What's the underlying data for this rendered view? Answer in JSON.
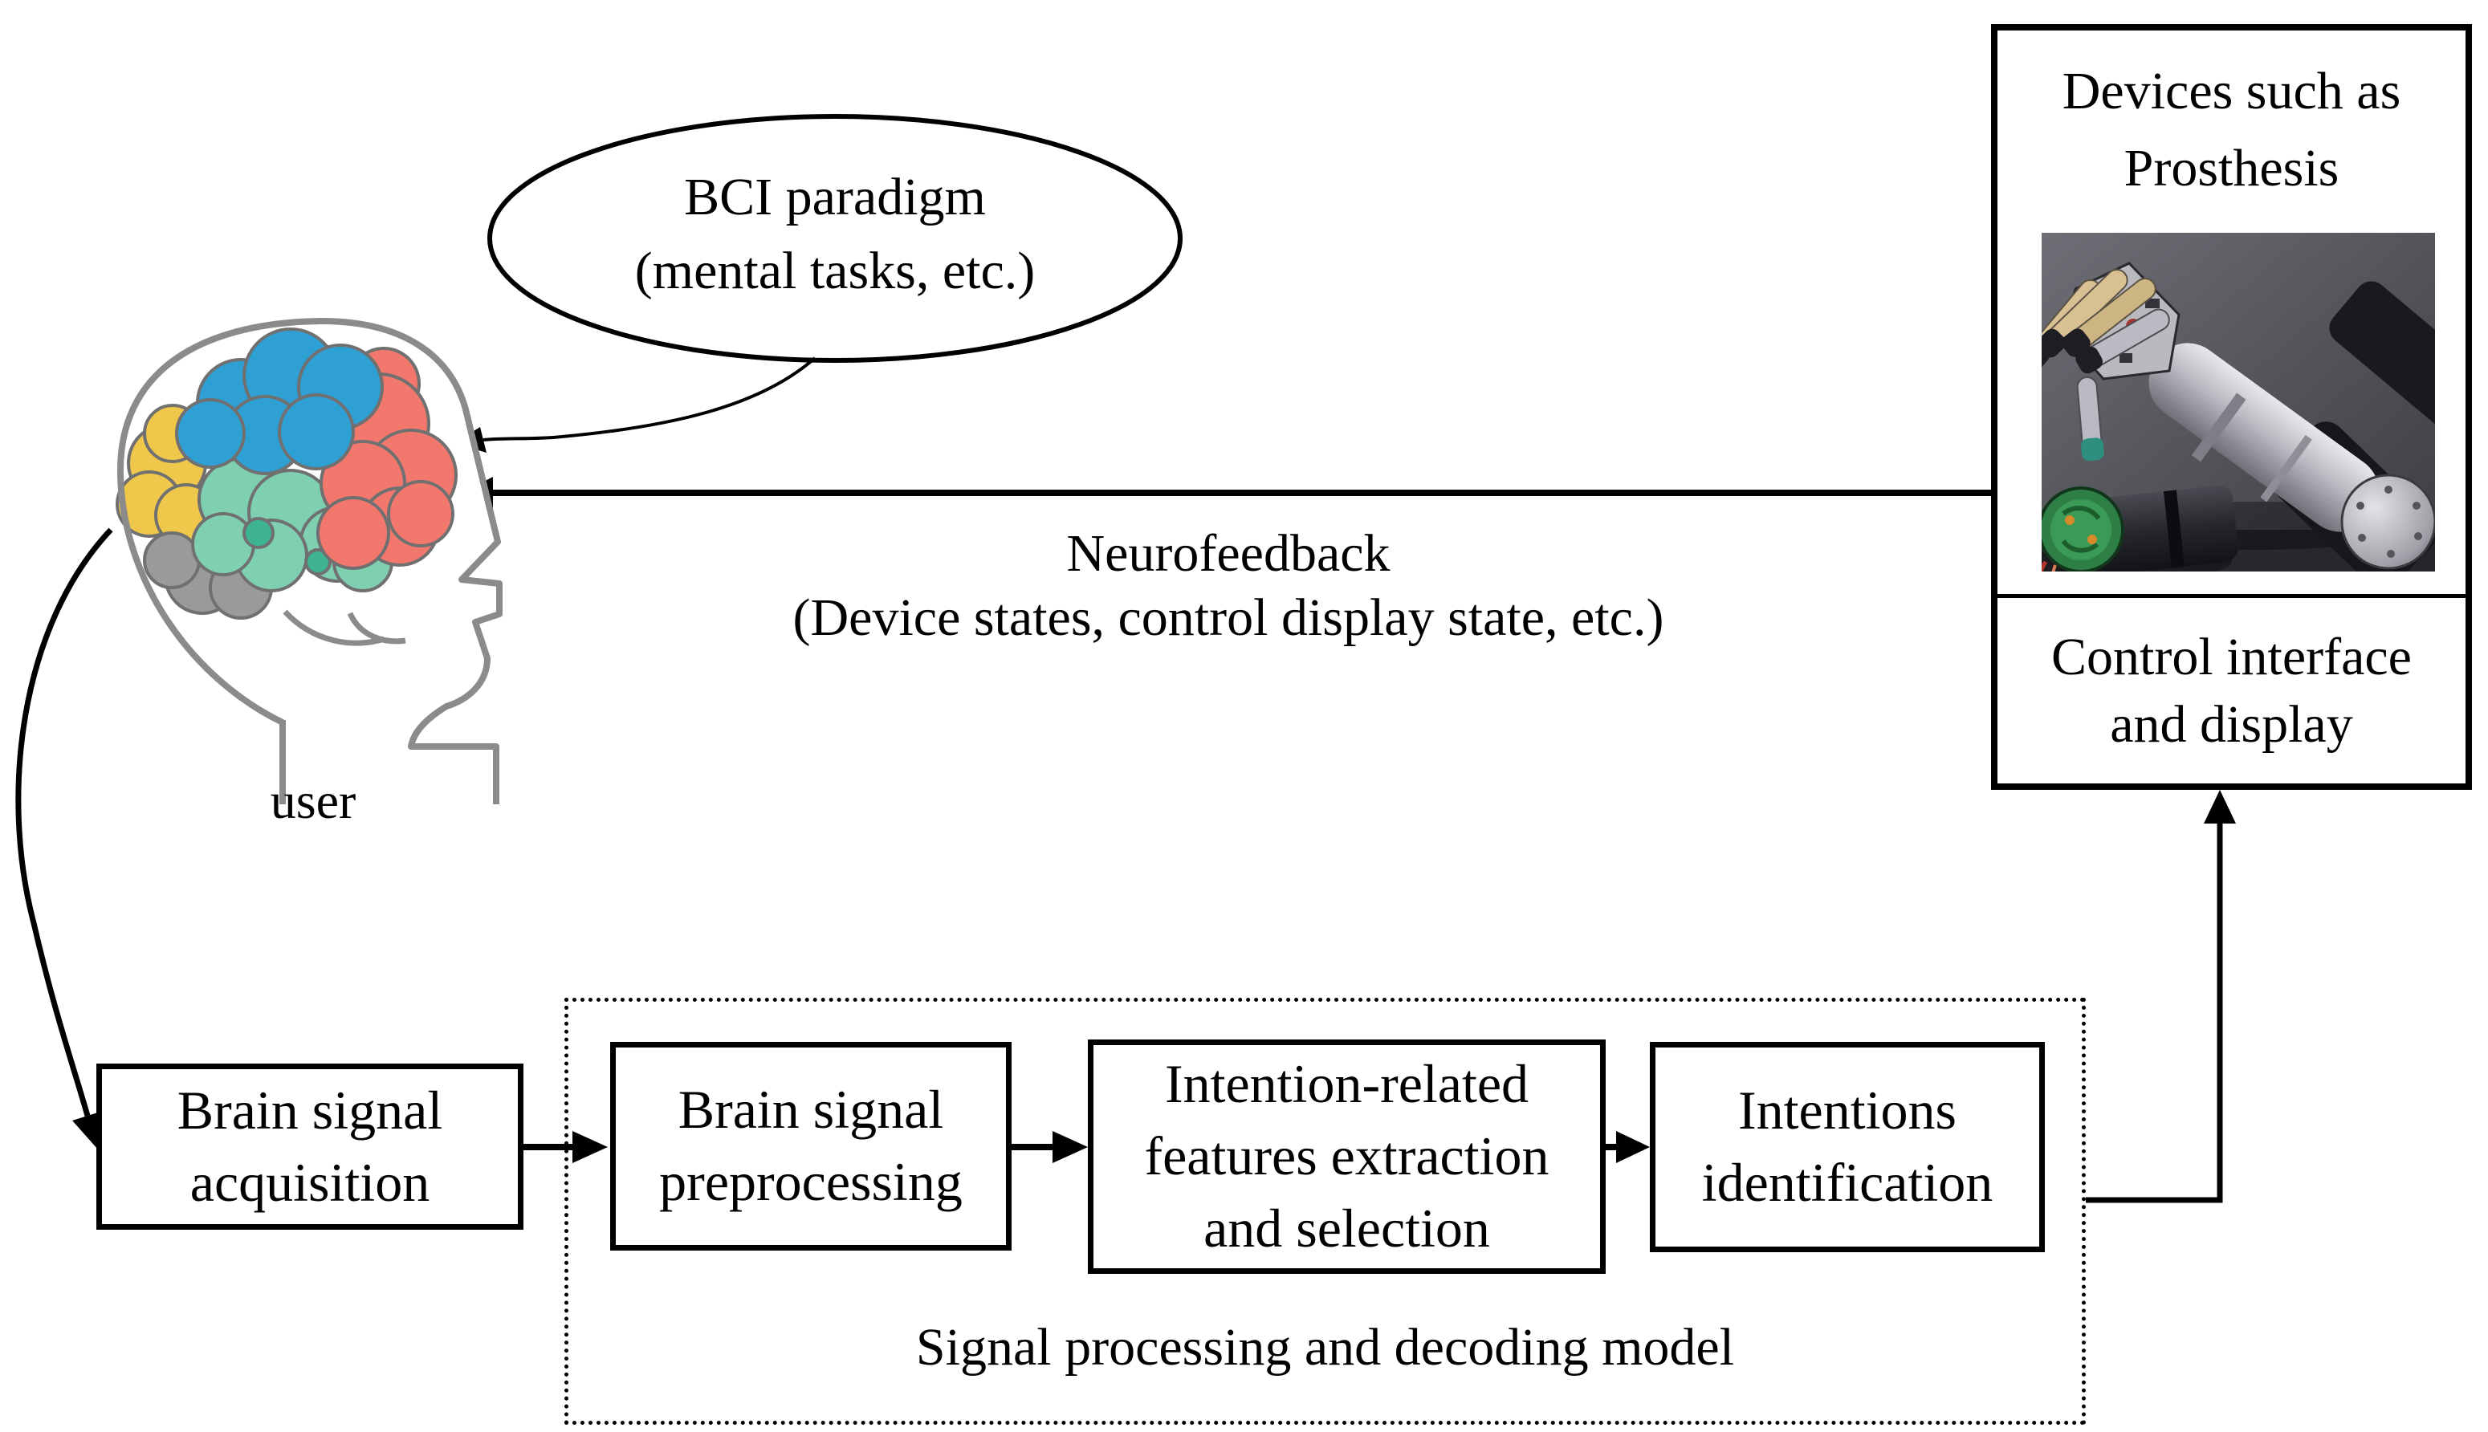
{
  "bci_paradigm": {
    "line1": "BCI paradigm",
    "line2": "(mental tasks, etc.)"
  },
  "user_label": "user",
  "neurofeedback": {
    "line1": "Neurofeedback",
    "line2": "(Device states, control display state, etc.)"
  },
  "device_box": {
    "title_line1": "Devices such as",
    "title_line2": "Prosthesis",
    "image": "prosthetic-robotic-arm-photo",
    "bottom_line1": "Control interface",
    "bottom_line2": "and display"
  },
  "pipeline": {
    "acquisition": {
      "line1": "Brain signal",
      "line2": "acquisition"
    },
    "preprocessing": {
      "line1": "Brain signal",
      "line2": "preprocessing"
    },
    "features": {
      "line1": "Intention-related",
      "line2": "features extraction",
      "line3": "and selection"
    },
    "identification": {
      "line1": "Intentions",
      "line2": "identification"
    },
    "group_label": "Signal processing and decoding model"
  },
  "colors": {
    "line": "#000000",
    "head_outline": "#8b8b8b",
    "lobe_frontal": "#F2786D",
    "lobe_parietal": "#2FA0D4",
    "lobe_occipital": "#EEC74B",
    "lobe_temporal": "#7ED0B0",
    "lobe_temporal_dark": "#3FB493",
    "cerebellum": "#9A9A9A",
    "photo_background": "#54555B"
  }
}
